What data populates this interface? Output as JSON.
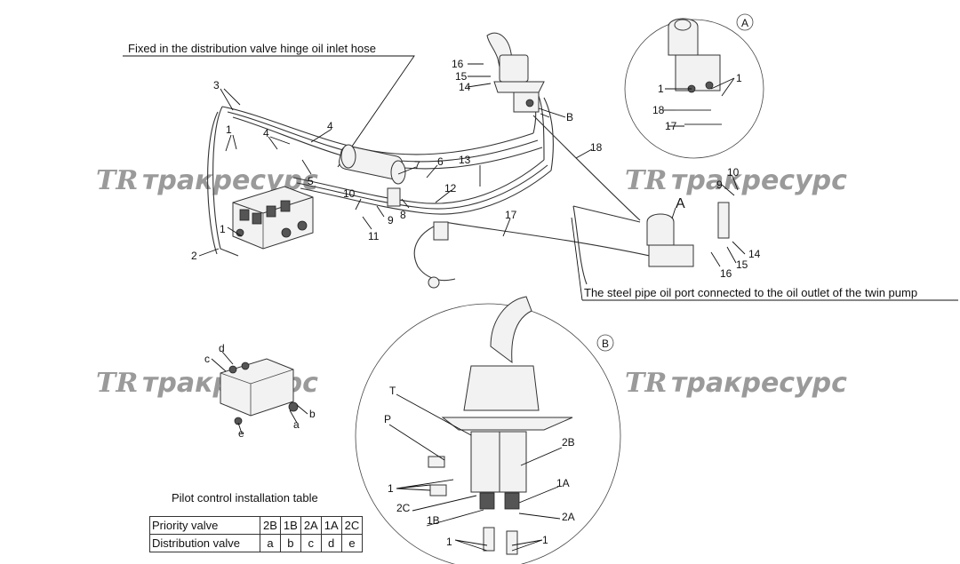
{
  "captions": {
    "hinge_hose": "Fixed in the distribution valve hinge oil inlet hose",
    "steel_pipe": "The steel pipe oil port connected to the oil outlet of the twin pump"
  },
  "watermark": {
    "logo": "TR",
    "text": "тракресурс"
  },
  "detail_markers": {
    "a": "A",
    "b": "B"
  },
  "part_numbers": {
    "n1": "1",
    "n2": "2",
    "n3": "3",
    "n4": "4",
    "n5": "5",
    "n6": "6",
    "n7": "7",
    "n8": "8",
    "n9": "9",
    "n10": "10",
    "n11": "11",
    "n12": "12",
    "n13": "13",
    "n14": "14",
    "n15": "15",
    "n16": "16",
    "n17": "17",
    "n18": "18",
    "letter_a": "A",
    "letter_b": "B"
  },
  "port_labels": {
    "t": "T",
    "p": "P",
    "p2b": "2B",
    "p1a": "1A",
    "p2c": "2C",
    "p1b": "1B",
    "p2a": "2A"
  },
  "valve_labels": {
    "a": "a",
    "b": "b",
    "c": "c",
    "d": "d",
    "e": "e"
  },
  "pilot_table": {
    "title": "Pilot control installation table",
    "rows": [
      {
        "label": "Priority valve",
        "cells": [
          "2B",
          "1B",
          "2A",
          "1A",
          "2C"
        ]
      },
      {
        "label": "Distribution valve",
        "cells": [
          "a",
          "b",
          "c",
          "d",
          "e"
        ]
      }
    ]
  }
}
